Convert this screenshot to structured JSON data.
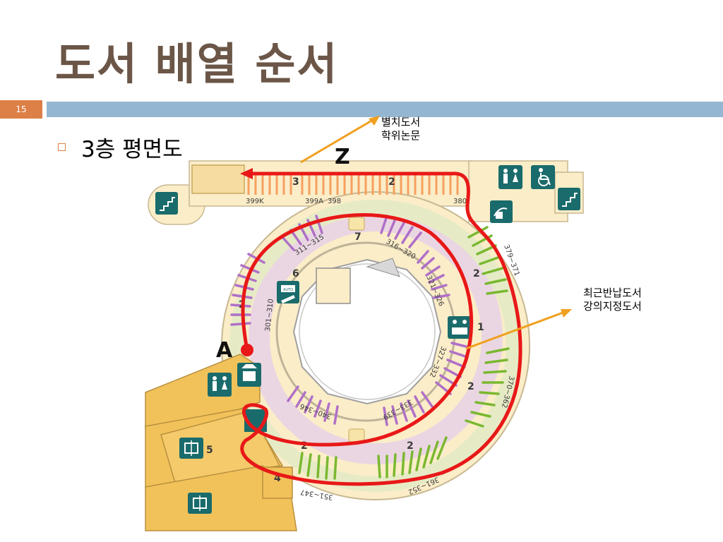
{
  "slide": {
    "title": "도서 배열 순서",
    "page_number": "15",
    "bullet": "3층 평면도"
  },
  "notes": {
    "top_line1": "별치도서",
    "top_line2": "학위논문",
    "right_line1": "최근반납도서",
    "right_line2": "강의지정도서"
  },
  "markers": {
    "start": "A",
    "end": "Z"
  },
  "floor_plan": {
    "zone_numbers": [
      "7",
      "6",
      "5",
      "4",
      "3",
      "2",
      "1"
    ],
    "shelf_ranges": [
      "311~315",
      "316~320",
      "321~326",
      "327~332",
      "333~339",
      "340~346",
      "351~347",
      "361~352",
      "370~362",
      "379~371",
      "301~310"
    ],
    "shelf_labels": [
      "399K",
      "399A",
      "398",
      "380"
    ],
    "icons": [
      "stairs-icon",
      "restroom-icon",
      "accessible-icon",
      "elevator-icon",
      "auto-return-icon",
      "book-drop-icon",
      "reading-room-icon",
      "information-desk-icon"
    ]
  },
  "colors": {
    "accent": "#dd8047",
    "band": "#94b6d2",
    "title": "#6b5647",
    "path": "#e81818",
    "arrow": "#f0a020",
    "shelf_purple": "#b070c8",
    "shelf_green": "#7ab830",
    "shelf_orange": "#f6a060",
    "floor": "#fbedc8",
    "room": "#f2c25a",
    "icon": "#1a6b6b"
  }
}
